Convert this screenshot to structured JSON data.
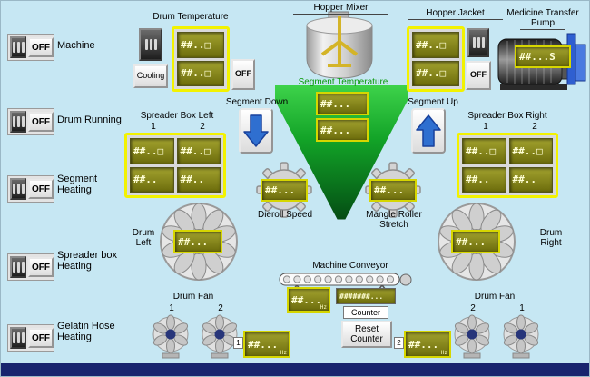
{
  "colors": {
    "background": "#c6e7f3",
    "bottom_bar": "#18246e",
    "lcd_background": "#8a8a18",
    "lcd_text": "#ffffd6",
    "accent_yellow": "#f2f200",
    "arrow_blue": "#2f6fd0",
    "funnel_green": "#12a227"
  },
  "left_panel": {
    "switches": [
      {
        "label": "Machine",
        "state": "OFF"
      },
      {
        "label": "Drum Running",
        "state": "OFF"
      },
      {
        "label": "Segment Heating",
        "state": "OFF"
      },
      {
        "label": "Spreader box Heating",
        "state": "OFF"
      },
      {
        "label": "Gelatin Hose Heating",
        "state": "OFF"
      }
    ]
  },
  "drum_temperature": {
    "title": "Drum Temperature",
    "cooling_label": "Cooling",
    "off_label": "OFF",
    "displays": [
      "##..□",
      "##..□"
    ]
  },
  "hopper_mixer": {
    "title": "Hopper Mixer"
  },
  "hopper_jacket": {
    "title": "Hopper Jacket",
    "off_label": "OFF",
    "displays": [
      "##..□",
      "##..□"
    ]
  },
  "medicine_pump": {
    "title": "Medicine Transfer",
    "subtitle": "Pump",
    "display": "##...S"
  },
  "segment": {
    "temperature_title": "Segment Temperature",
    "displays": [
      "##...",
      "##..."
    ],
    "down_label": "Segment Down",
    "up_label": "Segment Up"
  },
  "spreader_box_left": {
    "title": "Spreader Box Left",
    "columns": [
      "1",
      "2"
    ],
    "displays": [
      "##..□",
      "##..□",
      "##..",
      "##.."
    ]
  },
  "spreader_box_right": {
    "title": "Spreader Box Right",
    "columns": [
      "1",
      "2"
    ],
    "displays": [
      "##..□",
      "##..□",
      "##..",
      "##.."
    ]
  },
  "dieroll": {
    "label": "Dieroll Speed",
    "display": "##..."
  },
  "mangle": {
    "label": "Mangle Roller Stretch",
    "display": "##..."
  },
  "drum_left": {
    "label": "Drum Left",
    "display": "##..."
  },
  "drum_right": {
    "label": "Drum Right",
    "display": "##..."
  },
  "conveyor": {
    "title": "Machine Conveyor",
    "speed_display": "##...",
    "speed_unit": "Hz",
    "counter_display": "#######...",
    "counter_label": "Counter",
    "reset_label": "Reset Counter"
  },
  "drum_fan_left": {
    "title": "Drum Fan",
    "fan_labels": [
      "1",
      "2"
    ],
    "display_tag": "1",
    "display": "##...",
    "unit": "Hz"
  },
  "drum_fan_right": {
    "title": "Drum Fan",
    "fan_labels": [
      "2",
      "1"
    ],
    "display_tag": "2",
    "display": "##...",
    "unit": "Hz"
  }
}
